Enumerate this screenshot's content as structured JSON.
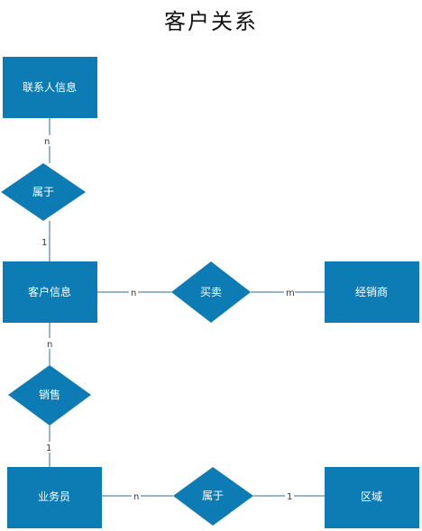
{
  "title": "客户关系",
  "colors": {
    "fill": "#0e7cb4",
    "line": "#2a6f9c",
    "text": "#ffffff",
    "label": "#333333"
  },
  "entities": {
    "contact_info": "联系人信息",
    "customer_info": "客户信息",
    "dealer": "经销商",
    "salesperson": "业务员",
    "region": "区域"
  },
  "relationships": {
    "belongs_to_1": "属于",
    "trade": "买卖",
    "sales": "销售",
    "belongs_to_2": "属于"
  },
  "cardinalities": {
    "contact_belongs": "n",
    "belongs_customer": "1",
    "customer_trade": "n",
    "trade_dealer": "m",
    "customer_sales": "n",
    "sales_salesperson": "1",
    "salesperson_belongs": "n",
    "belongs_region": "1"
  }
}
